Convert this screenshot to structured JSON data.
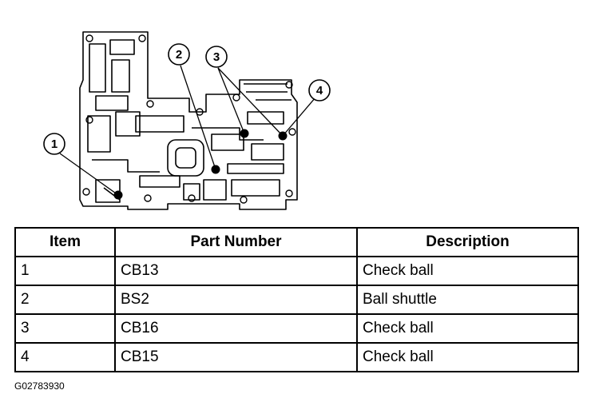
{
  "diagram": {
    "callouts": [
      "1",
      "2",
      "3",
      "4"
    ]
  },
  "table": {
    "headers": [
      "Item",
      "Part Number",
      "Description"
    ],
    "rows": [
      {
        "item": "1",
        "part_number": "CB13",
        "description": "Check ball"
      },
      {
        "item": "2",
        "part_number": "BS2",
        "description": "Ball shuttle"
      },
      {
        "item": "3",
        "part_number": "CB16",
        "description": "Check ball"
      },
      {
        "item": "4",
        "part_number": "CB15",
        "description": "Check ball"
      }
    ]
  },
  "figure_code": "G02783930"
}
